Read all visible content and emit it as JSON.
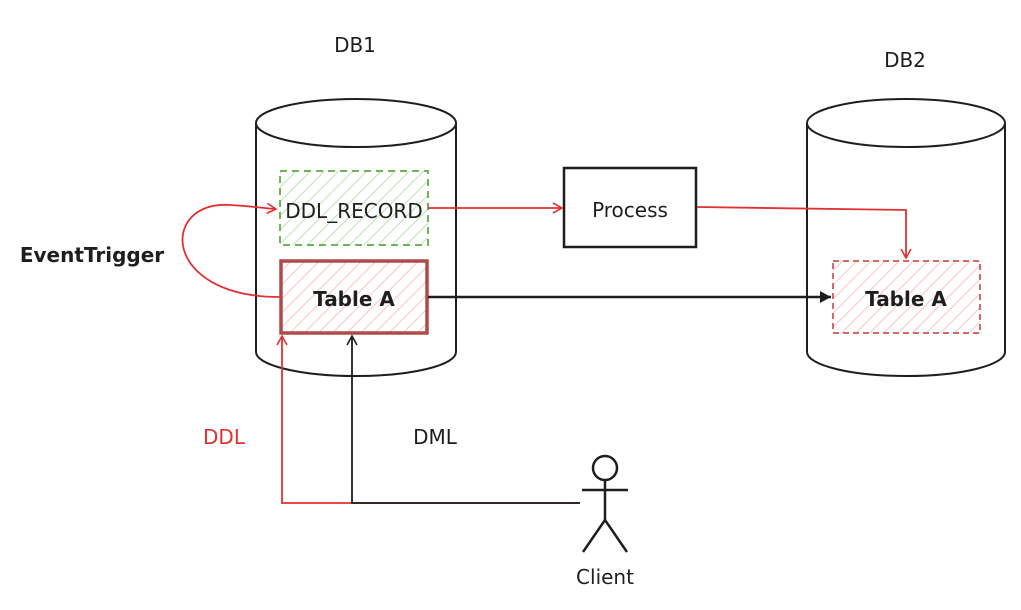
{
  "labels": {
    "db1": "DB1",
    "db2": "DB2",
    "ddl_record": "DDL_RECORD",
    "table_a_db1": "Table A",
    "table_a_db2": "Table A",
    "process": "Process",
    "event_trigger": "EventTrigger",
    "ddl": "DDL",
    "dml": "DML",
    "client": "Client"
  },
  "colors": {
    "red": "#e03131",
    "dark_red": "#b04a4a",
    "green": "#6fb35a",
    "black": "#1e1e1e"
  }
}
